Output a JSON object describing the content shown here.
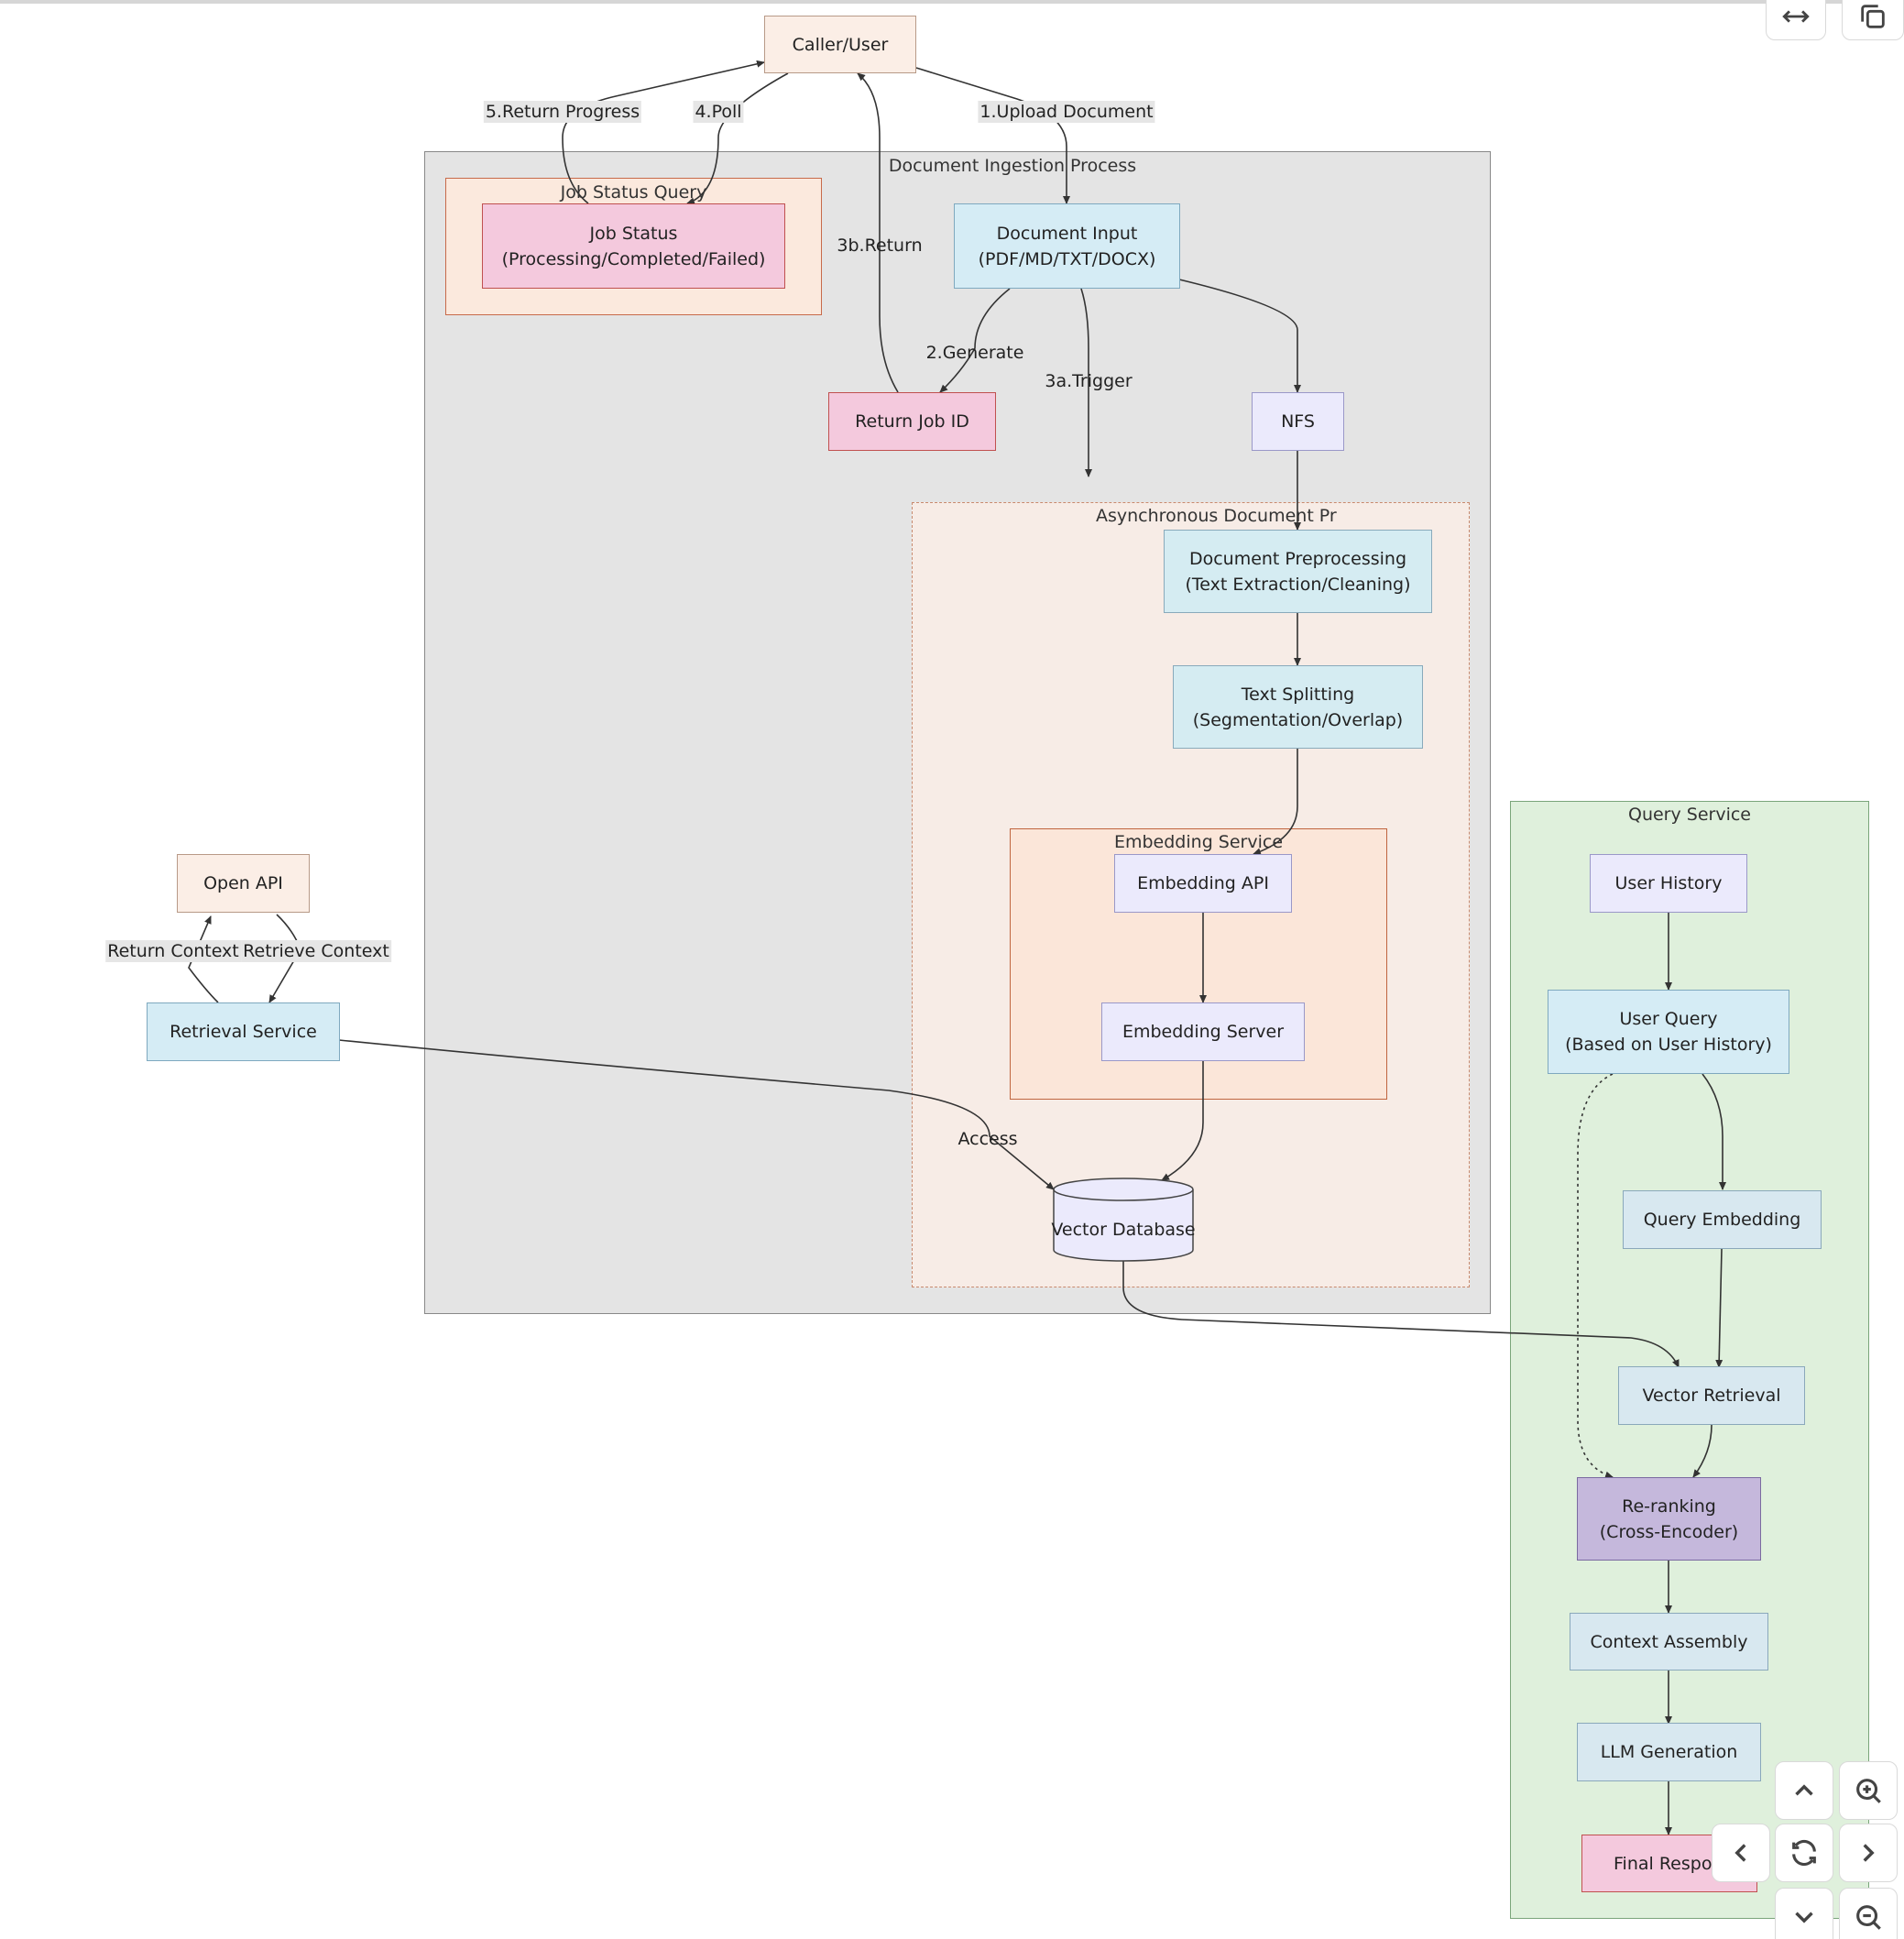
{
  "clusters": {
    "ingestion": "Document Ingestion Process",
    "job_status_query": "Job Status Query",
    "async": "Asynchronous Document Pr",
    "embedding_service": "Embedding Service",
    "query_service": "Query Service"
  },
  "nodes": {
    "caller": "Caller/User",
    "job_status": "Job Status\n(Processing/Completed/Failed)",
    "document_input": "Document Input\n(PDF/MD/TXT/DOCX)",
    "return_job_id": "Return Job ID",
    "nfs": "NFS",
    "preprocessing": "Document Preprocessing\n(Text Extraction/Cleaning)",
    "text_splitting": "Text Splitting\n(Segmentation/Overlap)",
    "embedding_api": "Embedding API",
    "embedding_server": "Embedding Server",
    "vector_db": "Vector Database",
    "open_api": "Open API",
    "retrieval_service": "Retrieval Service",
    "user_history": "User History",
    "user_query": "User Query\n(Based on User History)",
    "query_embedding": "Query Embedding",
    "vector_retrieval": "Vector Retrieval",
    "reranking": "Re-ranking\n(Cross-Encoder)",
    "context_assembly": "Context Assembly",
    "llm_generation": "LLM Generation",
    "final_response": "Final Respons"
  },
  "edge_labels": {
    "return_progress": "5.Return Progress",
    "poll": "4.Poll",
    "upload": "1.Upload Document",
    "return_3b": "3b.Return",
    "generate": "2.Generate",
    "trigger": "3a.Trigger",
    "access": "Access",
    "return_context": "Return Context",
    "retrieve_context": "Retrieve Context"
  },
  "controls": {
    "fit_width": "expand-horizontal-icon",
    "copy": "copy-icon",
    "pan_up": "chevron-up-icon",
    "zoom_in": "zoom-in-icon",
    "pan_left": "chevron-left-icon",
    "reset": "reset-icon",
    "pan_right": "chevron-right-icon",
    "pan_down": "chevron-down-icon",
    "zoom_out": "zoom-out-icon"
  }
}
